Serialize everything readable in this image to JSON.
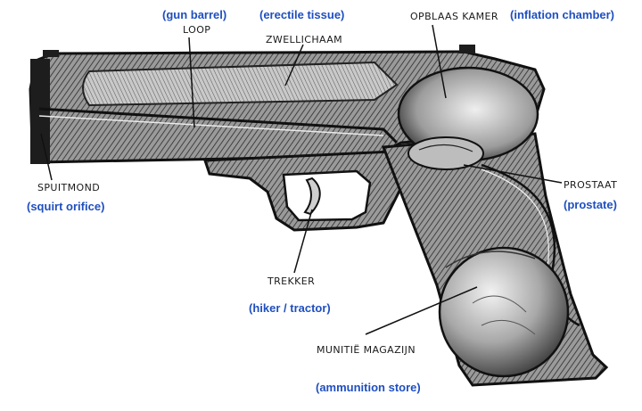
{
  "colors": {
    "translation": "#1f4fbf",
    "ink": "#1a1a1a",
    "paper": "#ffffff"
  },
  "labels": {
    "gun_barrel_en": "(gun barrel)",
    "erectile_en": "(erectile tissue)",
    "inflation_en": "(inflation chamber)",
    "loop_nl": "LOOP",
    "zwellichaam_nl": "ZWELLICHAAM",
    "opblaas_nl": "OPBLAAS KAMER",
    "spuitmond_nl": "SPUITMOND",
    "squirt_en": "(squirt orifice)",
    "prostaat_nl": "PROSTAAT",
    "prostate_en": "(prostate)",
    "trekker_nl": "TREKKER",
    "hiker_en": "(hiker / tractor)",
    "munitie_nl": "MUNITIË MAGAZIJN",
    "ammo_en": "(ammunition store)"
  }
}
